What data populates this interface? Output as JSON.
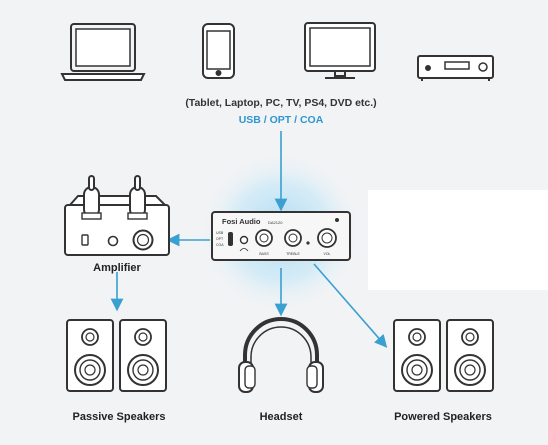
{
  "sources": {
    "caption": "(Tablet, Laptop, PC, TV, PS4, DVD etc.)",
    "inputs": "USB / OPT / COA"
  },
  "dac": {
    "brand": "Fosi Audio",
    "model": "DA2120",
    "inputs": [
      "USB",
      "OPT",
      "COA"
    ],
    "knobs": [
      "BASS",
      "TREBLE",
      "VOL"
    ]
  },
  "outputs": {
    "amplifier": "Amplifier",
    "passive": "Passive Speakers",
    "headset": "Headset",
    "powered": "Powered Speakers"
  },
  "colors": {
    "accent": "#3a9fd1",
    "glow": "#bfe3f7",
    "line": "#333333",
    "caption_blue": "#2e96d0"
  }
}
